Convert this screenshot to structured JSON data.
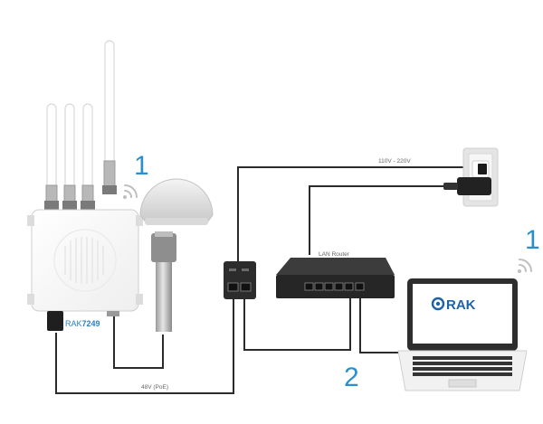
{
  "labels": {
    "power_supply": "110V - 220V",
    "poe_cable": "48V (PoE)",
    "router": "LAN Router",
    "gateway_prefix": "RAK",
    "gateway_model": "7249",
    "laptop_logo": "RAK",
    "num_gateway": "1",
    "num_laptop": "1",
    "num_lan": "2"
  },
  "colors": {
    "cable": "#2b2b2b",
    "accent_number": "#2a8fd0",
    "brand": "#1e63a8"
  },
  "icons": [
    "wifi-signal-icon",
    "rak-logo-icon"
  ]
}
